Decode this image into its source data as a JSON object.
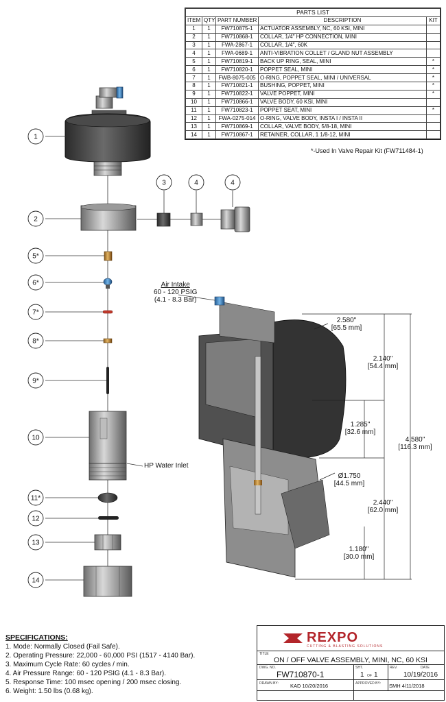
{
  "parts_list": {
    "title": "PARTS LIST",
    "headers": [
      "ITEM",
      "QTY",
      "PART NUMBER",
      "DESCRIPTION",
      "KIT"
    ],
    "rows": [
      [
        "1",
        "1",
        "FW710875-1",
        "ACTUATOR ASSEMBLY, NC, 60 KSI, MINI",
        ""
      ],
      [
        "2",
        "1",
        "FW710868-1",
        "COLLAR, 1/4\" HP CONNECTION, MINI",
        ""
      ],
      [
        "3",
        "1",
        "FWA-2867-1",
        "COLLAR, 1/4\", 60K",
        ""
      ],
      [
        "4",
        "1",
        "FWA-0689-1",
        "ANTI-VIBRATION COLLET / GLAND NUT ASSEMBLY",
        ""
      ],
      [
        "5",
        "1",
        "FW710819-1",
        "BACK UP RING, SEAL, MINI",
        "*"
      ],
      [
        "6",
        "1",
        "FW710820-1",
        "POPPET SEAL, MINI",
        "*"
      ],
      [
        "7",
        "1",
        "FWB-8075-005",
        "O-RING, POPPET SEAL, MINI / UNIVERSAL",
        "*"
      ],
      [
        "8",
        "1",
        "FW710821-1",
        "BUSHING, POPPET, MINI",
        "*"
      ],
      [
        "9",
        "1",
        "FW710822-1",
        "VALVE POPPET, MINI",
        "*"
      ],
      [
        "10",
        "1",
        "FW710866-1",
        "VALVE BODY, 60 KSI, MINI",
        ""
      ],
      [
        "11",
        "1",
        "FW710823-1",
        "POPPET SEAT, MINI",
        "*"
      ],
      [
        "12",
        "1",
        "FWA-0275-014",
        "O-RING, VALVE BODY, INSTA I / INSTA II",
        ""
      ],
      [
        "13",
        "1",
        "FW710869-1",
        "COLLAR, VALVE BODY, 5/8-18, MINI",
        ""
      ],
      [
        "14",
        "1",
        "FW710867-1",
        "RETAINER, COLLAR, 1 1/8-12, MINI",
        ""
      ]
    ],
    "kit_note": "*-Used In Valve Repair Kit (FW711484-1)"
  },
  "balloons": [
    "1",
    "2",
    "3",
    "4",
    "4",
    "5*",
    "6*",
    "7*",
    "8*",
    "9*",
    "10",
    "11*",
    "12",
    "13",
    "14"
  ],
  "labels": {
    "air_intake": "Air Intake",
    "air_pressure": "60 - 120 PSIG",
    "air_pressure_bar": "(4.1 - 8.3 Bar)",
    "hp_water_inlet": "HP Water Inlet"
  },
  "dimensions": {
    "d_width_in": "2.580\"",
    "d_width_mm": "[65.5 mm]",
    "d_top_in": "2.140\"",
    "d_top_mm": "[54.4 mm]",
    "d_mid_in": "1.285\"",
    "d_mid_mm": "[32.6 mm]",
    "d_total_in": "4.580\"",
    "d_total_mm": "[116.3 mm]",
    "d_dia_in": "Ø1.750",
    "d_dia_mm": "[44.5 mm]",
    "d_lower_in": "2.440\"",
    "d_lower_mm": "[62.0 mm]",
    "d_bottom_in": "1.180\"",
    "d_bottom_mm": "[30.0 mm]"
  },
  "specs": {
    "heading": "SPECIFICATIONS:",
    "lines": [
      "1. Mode: Normally Closed (Fail Safe).",
      "2. Operating Pressure: 22,000 - 60,000 PSI (1517 - 4140 Bar).",
      "3. Maximum Cycle Rate: 60 cycles / min.",
      "4. Air Pressure Range: 60 - 120 PSIG (4.1 - 8.3 Bar).",
      "5. Response Time: 100 msec opening / 200 msec closing.",
      "6. Weight: 1.50 lbs (0.68 kg)."
    ]
  },
  "title_block": {
    "company": "REXPO",
    "tagline": "CUTTING & BLASTING SOLUTIONS",
    "title_label": "TITLE",
    "title": "ON / OFF VALVE ASSEMBLY, MINI, NC, 60 KSI",
    "dwg_label": "DWG. NO.",
    "dwg_no": "FW710870-1",
    "sht_label": "SHT.",
    "sheet": "1",
    "of": "OF",
    "sheet_total": "1",
    "rev_label": "REV.",
    "date_label": "DATE",
    "date": "10/19/2016",
    "drawn_label": "DRAWN BY:",
    "drawn_by": "KAD  10/20/2016",
    "approved_label": "APPROVED BY:",
    "approved_by": "SMH  4/11/2018"
  },
  "colors": {
    "brand": "#b3252a",
    "part_dark": "#3a3a3a",
    "part_mid": "#8c8c8c",
    "brass": "#c8913a",
    "blue": "#3a86c8"
  }
}
